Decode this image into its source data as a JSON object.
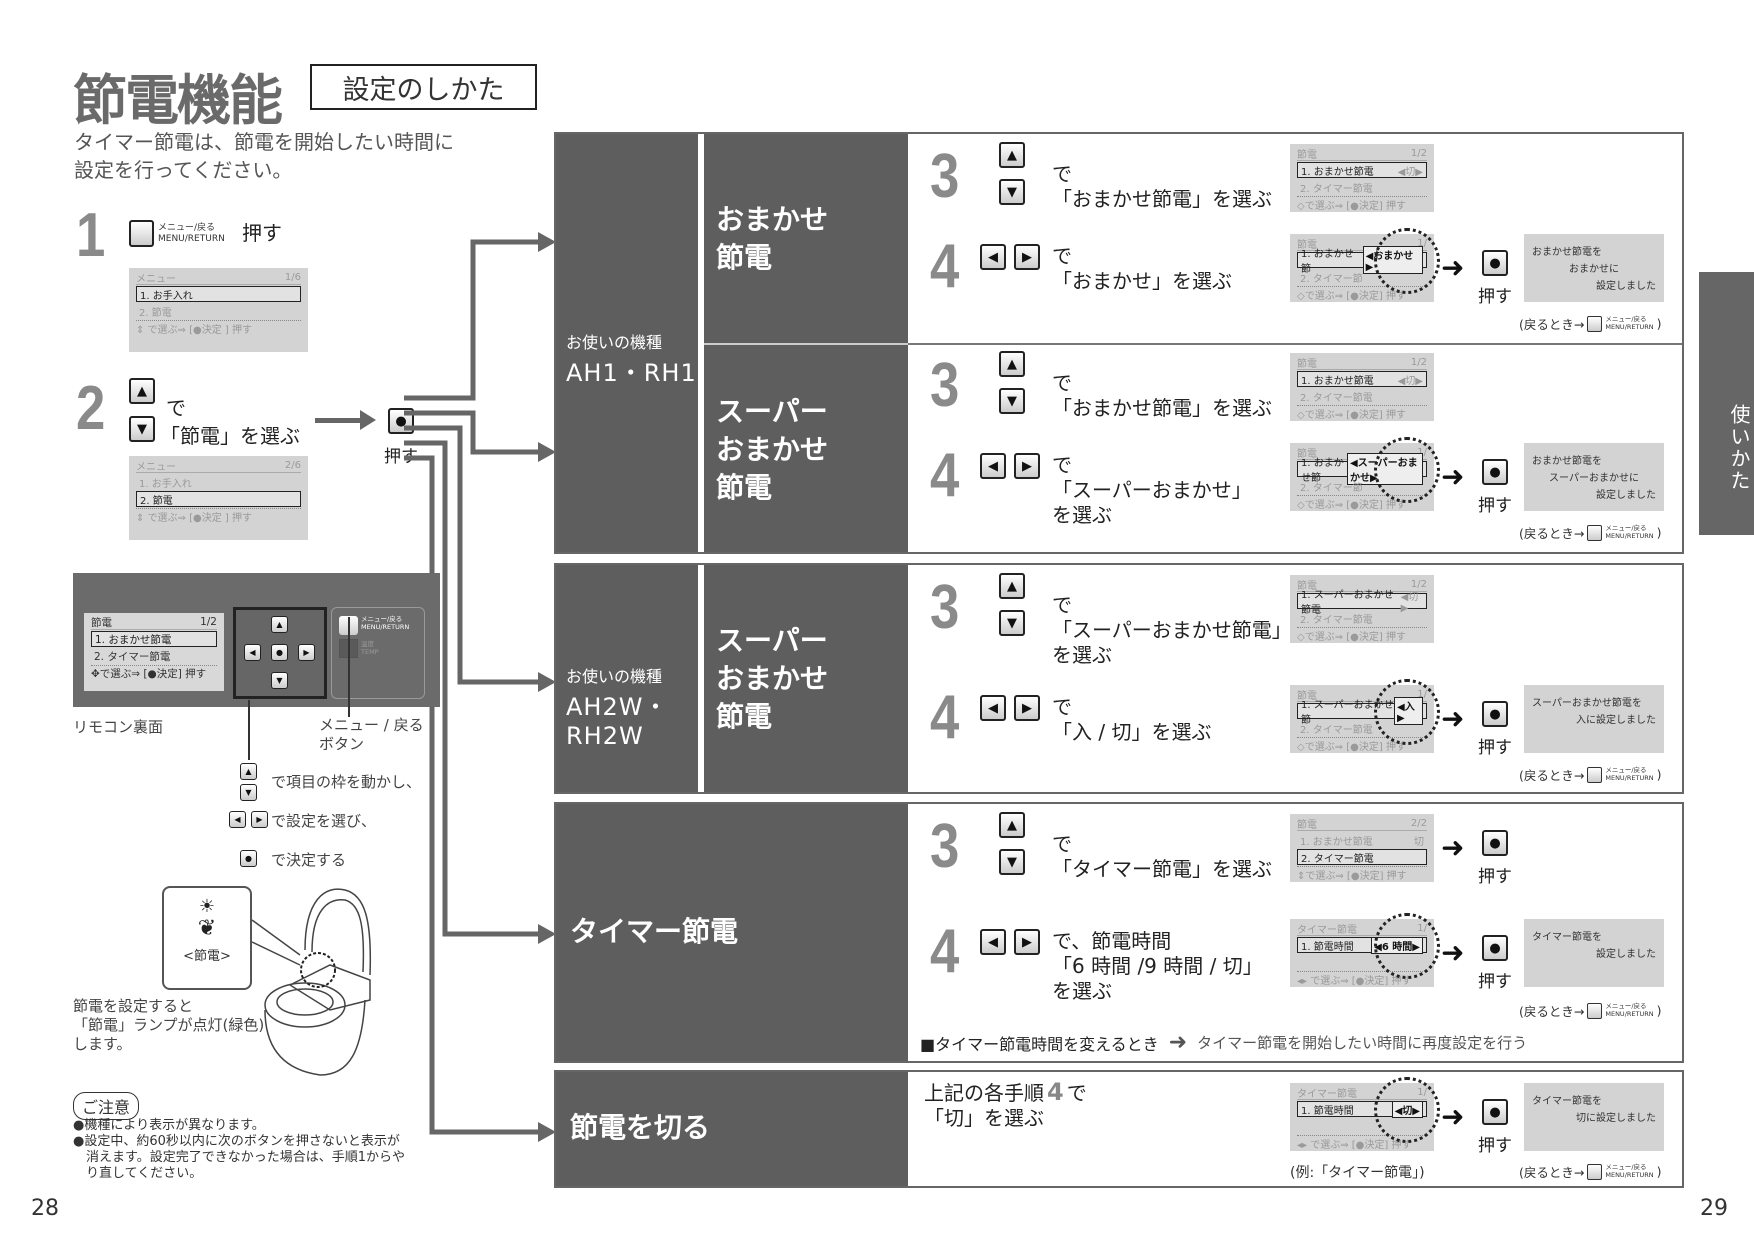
{
  "header": {
    "title": "節電機能",
    "subtitle": "設定のしかた",
    "intro": [
      "タイマー節電は、節電を開始したい時間に",
      "設定を行ってください。"
    ]
  },
  "icons": {
    "up": "▲",
    "down": "▼",
    "left": "◀",
    "right": "▶",
    "enter": "●",
    "arrow": "➜"
  },
  "menu_key": {
    "jp": "メニュー/戻る",
    "en": "MENU/RETURN"
  },
  "return_note": {
    "prefix": "(戻るとき→",
    "suffix": ")"
  },
  "left": {
    "step1": {
      "num": "1",
      "action": "押す",
      "lcd": {
        "title": "メニュー",
        "page": "1/6",
        "rows": [
          {
            "text": "1. お手入れ"
          },
          {
            "text": "2. 節電"
          }
        ],
        "selected": 0,
        "footer": "⇕ で選ぶ⇒ [●決定 ] 押す"
      }
    },
    "step2": {
      "num": "2",
      "de": "で",
      "text": "「節電」を選ぶ",
      "press": "押す",
      "lcd": {
        "title": "メニュー",
        "page": "2/6",
        "rows": [
          {
            "text": "1. お手入れ"
          },
          {
            "text": "2. 節電"
          }
        ],
        "selected": 1,
        "footer": "⇕ で選ぶ⇒ [●決定 ] 押す"
      }
    },
    "remote": {
      "lcd": {
        "title": "節電",
        "page": "1/2",
        "rows": [
          {
            "text": "1. おまかせ節電"
          },
          {
            "text": "2. タイマー節電"
          }
        ],
        "selected": 0,
        "footer": "✥で選ぶ⇒ [●決定] 押す"
      },
      "temp_jp": "温度",
      "temp_en": "TEMP",
      "caption": "リモコン裏面",
      "menu_caption": [
        "メニュー / 戻る",
        "ボタン"
      ]
    },
    "legend": [
      "で項目の枠を動かし、",
      "で設定を選び、",
      "で決定する"
    ],
    "lamp": {
      "label": "<節電>",
      "caption": [
        "節電を設定すると",
        "「節電」ランプが点灯(緑色)",
        "します。"
      ]
    },
    "notes": {
      "title": "ご注意",
      "items": [
        "●機種により表示が異なります。",
        "●設定中、約60秒以内に次のボタンを押さないと表示が",
        "　消えます。設定完了できなかった場合は、手順1からや",
        "　り直してください。"
      ]
    }
  },
  "groups": [
    {
      "model_label": "お使いの機種",
      "model": "AH1・RH1",
      "modes": [
        {
          "name": [
            "おまかせ",
            "節電"
          ],
          "steps": [
            {
              "num": "3",
              "keys": "updown",
              "text": [
                "で",
                "「おまかせ節電」を選ぶ"
              ],
              "lcd": {
                "title": "節電",
                "page": "1/2",
                "rows": [
                  {
                    "text": "1. おまかせ節電",
                    "value": "◀切▶"
                  },
                  {
                    "text": "2. タイマー節電"
                  }
                ],
                "selected": 0,
                "footer": "◇で選ぶ⇒ [●決定] 押す"
              }
            },
            {
              "num": "4",
              "keys": "leftright",
              "text": [
                "で",
                "「おまかせ」を選ぶ"
              ],
              "press": "押す",
              "lcd": {
                "title": "節電",
                "page": "1/",
                "rows": [
                  {
                    "text": "1. おまかせ節",
                    "value": "◀おまかせ▶"
                  },
                  {
                    "text": "2. タイマー節"
                  }
                ],
                "selected": 0,
                "circled": true,
                "footer": "◇で選ぶ⇒ [●決定] 押す"
              },
              "result": [
                "おまかせ節電を",
                "おまかせに",
                "設定しました"
              ]
            }
          ]
        },
        {
          "name": [
            "スーパー",
            "おまかせ",
            "節電"
          ],
          "steps": [
            {
              "num": "3",
              "keys": "updown",
              "text": [
                "で",
                "「おまかせ節電」を選ぶ"
              ],
              "lcd": {
                "title": "節電",
                "page": "1/2",
                "rows": [
                  {
                    "text": "1. おまかせ節電",
                    "value": "◀切▶"
                  },
                  {
                    "text": "2. タイマー節電"
                  }
                ],
                "selected": 0,
                "footer": "◇で選ぶ⇒ [●決定] 押す"
              }
            },
            {
              "num": "4",
              "keys": "leftright",
              "text": [
                "で",
                "「スーパーおまかせ」",
                "を選ぶ"
              ],
              "press": "押す",
              "lcd": {
                "title": "節電",
                "page": "1/",
                "rows": [
                  {
                    "text": "1. おまかせ節",
                    "value": "◀スーパーおまかせ▶"
                  },
                  {
                    "text": "2. タイマー節"
                  }
                ],
                "selected": 0,
                "circled": true,
                "footer": "◇で選ぶ⇒ [●決定] 押す"
              },
              "result": [
                "おまかせ節電を",
                "スーパーおまかせに",
                "設定しました"
              ]
            }
          ]
        }
      ]
    },
    {
      "model_label": "お使いの機種",
      "model": "AH2W・RH2W",
      "modes": [
        {
          "name": [
            "スーパー",
            "おまかせ",
            "節電"
          ],
          "steps": [
            {
              "num": "3",
              "keys": "updown",
              "text": [
                "で",
                "「スーパーおまかせ節電」",
                "を選ぶ"
              ],
              "lcd": {
                "title": "節電",
                "page": "1/2",
                "rows": [
                  {
                    "text": "1. スーパーおまかせ節電",
                    "value": "◀切▶"
                  },
                  {
                    "text": "2. タイマー節電"
                  }
                ],
                "selected": 0,
                "footer": "◇で選ぶ⇒ [●決定] 押す"
              }
            },
            {
              "num": "4",
              "keys": "leftright",
              "text": [
                "で",
                "「入 / 切」を選ぶ"
              ],
              "press": "押す",
              "lcd": {
                "title": "節電",
                "page": "1/",
                "rows": [
                  {
                    "text": "1. スーパーおまかせ節",
                    "value": "◀入▶"
                  },
                  {
                    "text": "2. タイマー節電"
                  }
                ],
                "selected": 0,
                "circled": true,
                "footer": "◇で選ぶ⇒ [●決定] 押す"
              },
              "result": [
                "スーパーおまかせ節電を",
                "",
                "入に設定しました"
              ]
            }
          ]
        }
      ]
    },
    {
      "title": "タイマー節電",
      "modes": [
        {
          "steps": [
            {
              "num": "3",
              "keys": "updown",
              "text": [
                "で",
                "「タイマー節電」を選ぶ"
              ],
              "press": "押す",
              "lcd": {
                "title": "節電",
                "page": "2/2",
                "rows": [
                  {
                    "text": "1. おまかせ節電",
                    "value": "切"
                  },
                  {
                    "text": "2. タイマー節電"
                  }
                ],
                "selected": 1,
                "footer": "⇕で選ぶ⇒ [●決定] 押す"
              }
            },
            {
              "num": "4",
              "keys": "leftright",
              "text": [
                "で、節電時間",
                "「6 時間 /9 時間 / 切」",
                "を選ぶ"
              ],
              "press": "押す",
              "lcd": {
                "title": "タイマー節電",
                "page": "1/",
                "rows": [
                  {
                    "text": "1. 節電時間",
                    "value": "◀6 時間▶"
                  },
                  {
                    "text": ""
                  }
                ],
                "selected": 0,
                "circled": true,
                "footer": "◂▸ で選ぶ⇒ [●決定] 押す"
              },
              "result": [
                "タイマー節電を",
                "",
                "設定しました"
              ]
            }
          ]
        }
      ],
      "note": {
        "label": "■タイマー節電時間を変えるとき",
        "text": "タイマー節電を開始したい時間に再度設定を行う"
      }
    },
    {
      "title": "節電を切る",
      "instruction": {
        "pre": "上記の各手順",
        "num": "4",
        "post": "で",
        "line2": "「切」を選ぶ"
      },
      "press": "押す",
      "lcd": {
        "title": "タイマー節電",
        "page": "1/",
        "rows": [
          {
            "text": "1. 節電時間",
            "value": "◀切▶"
          },
          {
            "text": ""
          }
        ],
        "selected": 0,
        "circled": true,
        "footer": "◂▸ で選ぶ⇒ [●決定] 押す"
      },
      "example": "(例:「タイマー節電」)",
      "result": [
        "タイマー節電を",
        "",
        "切に設定しました"
      ]
    }
  ],
  "side_tab": "使いかた",
  "page_left": "28",
  "page_right": "29"
}
